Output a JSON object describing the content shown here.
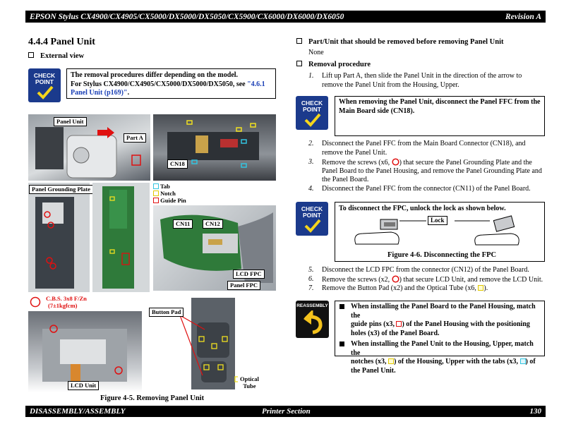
{
  "header": {
    "left": "EPSON Stylus CX4900/CX4905/CX5000/DX5000/DX5050/CX5900/CX6000/DX6000/DX6050",
    "right": "Revision A"
  },
  "footer": {
    "left": "DISASSEMBLY/ASSEMBLY",
    "center": "Printer Section",
    "right": "130"
  },
  "left": {
    "section_title": "4.4.4  Panel Unit",
    "external_view": "External view",
    "checkpoint_icon": "CHECK POINT",
    "checkpoint": {
      "line1": "The removal procedures differ depending on the model.",
      "line2_prefix": "For Stylus CX4900/CX4905/CX5000/DX5000/DX5050, see ",
      "line2_link": "\"4.6.1 Panel Unit (p169)\"",
      "line2_suffix": "."
    },
    "callouts": {
      "panel_unit": "Panel Unit",
      "part_a": "Part A",
      "cn18": "CN18",
      "tab": "Tab",
      "notch": "Notch",
      "guide_pin": "Guide Pin",
      "grounding_plate": "Panel Grounding Plate",
      "cn11": "CN11",
      "cn12": "CN12",
      "lcd_fpc": "LCD FPC",
      "panel_fpc": "Panel FPC",
      "screw_1": "C.B.S. 3x8 F/Zn",
      "screw_2": "(7±1kgfcm)",
      "button_pad": "Button Pad",
      "lcd_unit": "LCD Unit",
      "optical_1": "Optical",
      "optical_2": "Tube"
    },
    "figure_caption": "Figure 4-5.  Removing Panel Unit"
  },
  "right": {
    "part_removed_title": "Part/Unit that should be removed before removing Panel Unit",
    "part_removed_value": "None",
    "removal_title": "Removal procedure",
    "step1": [
      "1.",
      "Lift up Part A, then slide the Panel Unit in the direction of the arrow to",
      "remove the Panel Unit from the Housing, Upper."
    ],
    "checkpoint2": [
      "When removing the Panel Unit, disconnect the Panel FFC from the",
      "Main Board side (CN18)."
    ],
    "step2": [
      "2.",
      "Disconnect the Panel FFC from the Main Board Connector (CN18), and",
      "remove the Panel Unit."
    ],
    "step3": [
      "3.",
      "Remove the screws (x6,",
      ") that secure the Panel Grounding Plate and the",
      "Panel Board to the Panel Housing, and remove the Panel Grounding Plate and",
      "the Panel Board."
    ],
    "step4": [
      "4.",
      "Disconnect the Panel FFC from the connector (CN11) of the Panel Board."
    ],
    "checkpoint3": "To disconnect the FPC, unlock the lock as shown below.",
    "lock_label": "Lock",
    "figure6": "Figure 4-6.  Disconnecting the FPC",
    "step5": [
      "5.",
      "Disconnect the LCD FPC from the connector (CN12) of the Panel Board."
    ],
    "step6": [
      "6.",
      "Remove the screws (x2,",
      ") that secure LCD Unit, and remove the LCD Unit."
    ],
    "step7": [
      "7.",
      "Remove the Button Pad (x2) and the Optical Tube (x6,",
      ")."
    ],
    "reassembly_icon": "REASSEMBLY",
    "reasm1": [
      "When installing the Panel Board to the Panel Housing, match the",
      "guide pins (x3,",
      ") of the Panel Housing with the positioning",
      "holes (x3) of the Panel Board."
    ],
    "reasm2": [
      "When installing the Panel Unit to the Housing, Upper, match the",
      "notches (x3,",
      ") of the Housing, Upper with the tabs (x3,",
      ") of",
      "the Panel Unit."
    ]
  },
  "colors": {
    "link": "#1a3fb5",
    "checkpoint_icon": "#1b3a8c",
    "callout_red": "#e01010",
    "tab": "#33c4e0",
    "notch": "#f0e020"
  }
}
